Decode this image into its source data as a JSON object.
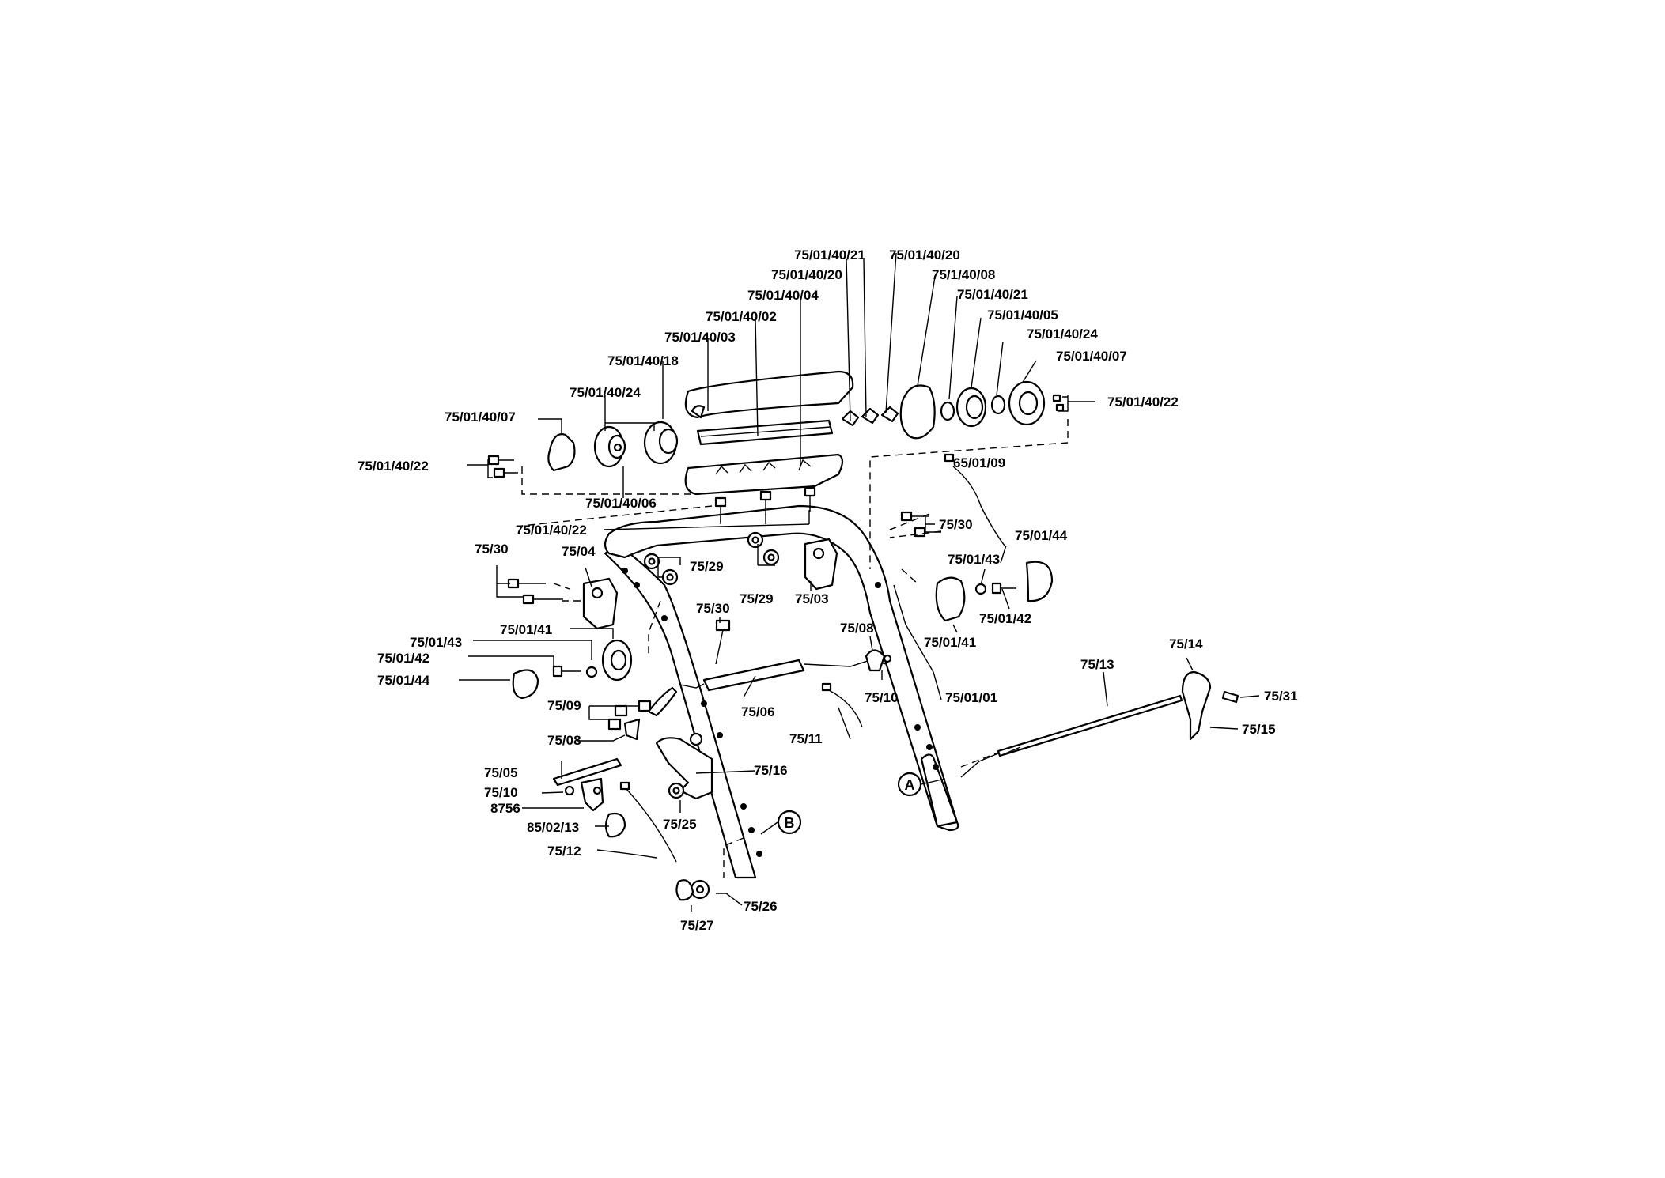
{
  "diagram": {
    "labels": {
      "l01": "75/01/40/21",
      "l02": "75/01/40/20",
      "l03": "75/01/40/20",
      "l04": "75/1/40/08",
      "l05": "75/01/40/04",
      "l06": "75/01/40/21",
      "l07": "75/01/40/02",
      "l08": "75/01/40/05",
      "l09": "75/01/40/03",
      "l10": "75/01/40/24",
      "l11": "75/01/40/18",
      "l12": "75/01/40/07",
      "l13": "75/01/40/24",
      "l14": "75/01/40/22",
      "l15": "75/01/40/07",
      "l16": "75/01/40/22",
      "l17": "65/01/09",
      "l18": "75/01/40/06",
      "l19": "75/01/40/22",
      "l20": "75/30",
      "l21": "75/01/44",
      "l22": "75/30",
      "l23": "75/04",
      "l24": "75/29",
      "l25": "75/01/43",
      "l26": "75/29",
      "l27": "75/03",
      "l28": "75/01/42",
      "l29": "75/30",
      "l30": "75/01/41",
      "l31": "75/01/41",
      "l32": "75/08",
      "l33": "75/01/43",
      "l34": "75/14",
      "l35": "75/01/42",
      "l36": "75/13",
      "l37": "75/01/44",
      "l38": "75/10",
      "l39": "75/01/01",
      "l40": "75/31",
      "l41": "75/09",
      "l42": "75/06",
      "l43": "75/15",
      "l44": "75/11",
      "l45": "75/08",
      "l46": "75/05",
      "l47": "75/16",
      "l48": "75/10",
      "l49": "8756",
      "l50": "75/25",
      "l51": "85/02/13",
      "l52": "75/12",
      "l53": "75/26",
      "l54": "75/27"
    },
    "markers": {
      "a": "A",
      "b": "B"
    }
  }
}
